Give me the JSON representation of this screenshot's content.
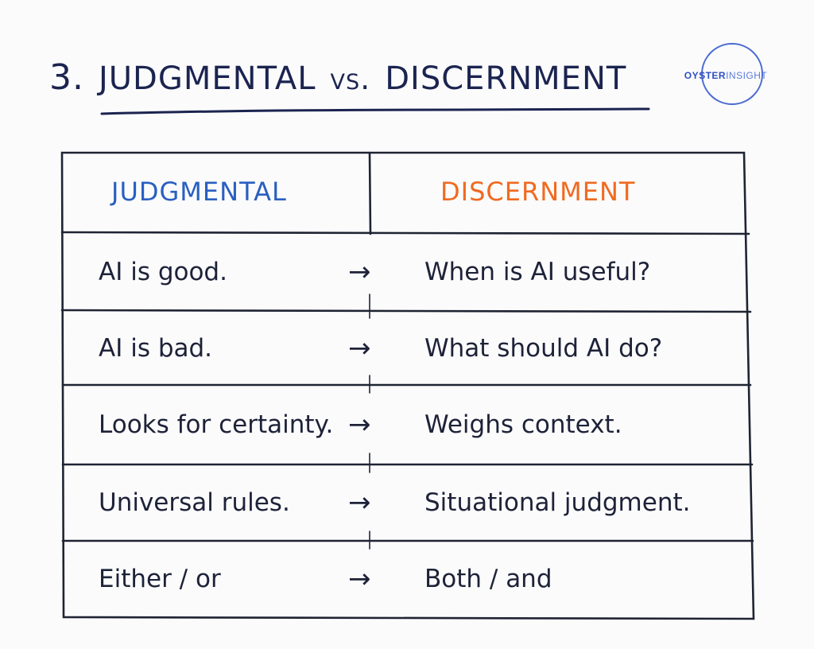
{
  "title": {
    "number": "3.",
    "left": "Judgmental",
    "vs": "vs.",
    "right": "Discernment"
  },
  "logo": {
    "oyster": "OYSTER",
    "insight": "INSIGHT"
  },
  "table": {
    "header_left": "Judgmental",
    "header_right": "Discernment",
    "arrow": "→",
    "rows": [
      {
        "left": "AI is good.",
        "right": "When is AI useful?"
      },
      {
        "left": "AI is bad.",
        "right": "What should AI do?"
      },
      {
        "left": "Looks for certainty.",
        "right": "Weighs context."
      },
      {
        "left": "Universal rules.",
        "right": "Situational judgment."
      },
      {
        "left": "Either / or",
        "right": "Both / and"
      }
    ]
  },
  "colors": {
    "ink": "#1d2238",
    "judgmental_blue": "#2a5fc0",
    "discernment_orange": "#f06a20",
    "logo_blue": "#2f4fc0"
  }
}
